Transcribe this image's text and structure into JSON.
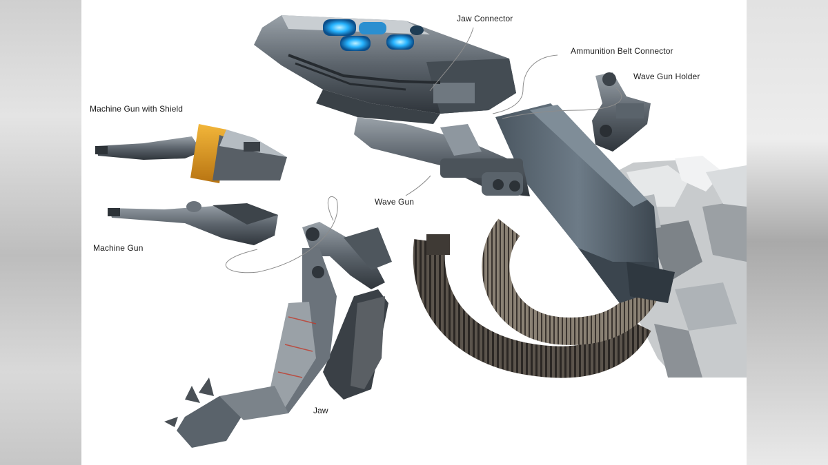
{
  "labels": {
    "jaw_connector": "Jaw Connector",
    "ammunition_belt_connector": "Ammunition Belt Connector",
    "wave_gun_holder": "Wave Gun Holder",
    "machine_gun_with_shield": "Machine Gun with Shield",
    "machine_gun": "Machine Gun",
    "wave_gun": "Wave Gun",
    "jaw": "Jaw"
  },
  "colors": {
    "metal_dark": "#3b4147",
    "metal_mid": "#6b737b",
    "metal_light": "#a9b0b6",
    "blue_steel": "#55636f",
    "glow_blue": "#27b4ff",
    "shield_orange": "#e8a21f",
    "belt_dark": "#3a3632",
    "accent_red": "#c0392b"
  }
}
